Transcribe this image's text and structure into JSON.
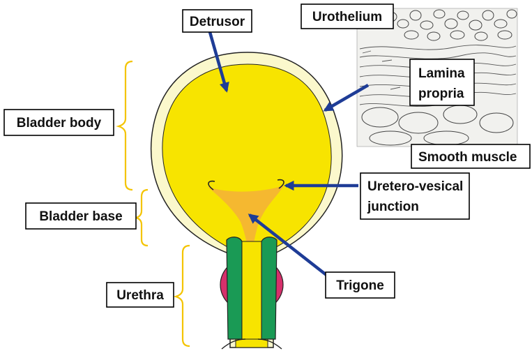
{
  "labels": {
    "detrusor": "Detrusor",
    "urothelium": "Urothelium",
    "lamina_propria_line1": "Lamina",
    "lamina_propria_line2": "propria",
    "smooth_muscle": "Smooth muscle",
    "bladder_body": "Bladder body",
    "bladder_base": "Bladder base",
    "urethra": "Urethra",
    "uv_junction_line1": "Uretero-vesical",
    "uv_junction_line2": "junction",
    "trigone": "Trigone"
  },
  "colors": {
    "detrusor_fill": "#f7e400",
    "wall_fill": "#fbf8cc",
    "trigone_fill": "#f5b830",
    "urethra_muscle": "#1a9a55",
    "sphincter": "#d6306b",
    "arrow": "#1e3c96",
    "bracket": "#f4c400",
    "box_border": "#000000"
  }
}
